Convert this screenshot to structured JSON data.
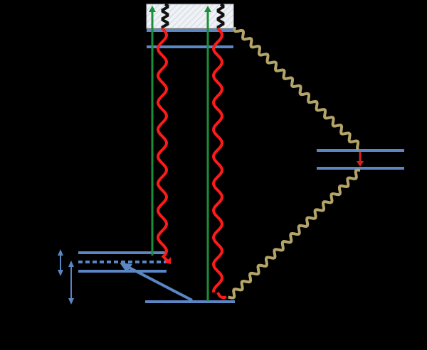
{
  "diagram": {
    "colors": {
      "background": "#000000",
      "level": "#5b86c4",
      "pump_arrow": "#1a8f3a",
      "relaxation_wave": "#ff1a1a",
      "coupling_wave": "#b3a56a",
      "continuum": "#e4e8ee",
      "transition_arrow": "#d62020"
    },
    "elements": [
      "energy-level-band",
      "pump-arrow",
      "relaxation-wave",
      "coupling-wave",
      "transition-arrow",
      "scale-arrow"
    ]
  }
}
